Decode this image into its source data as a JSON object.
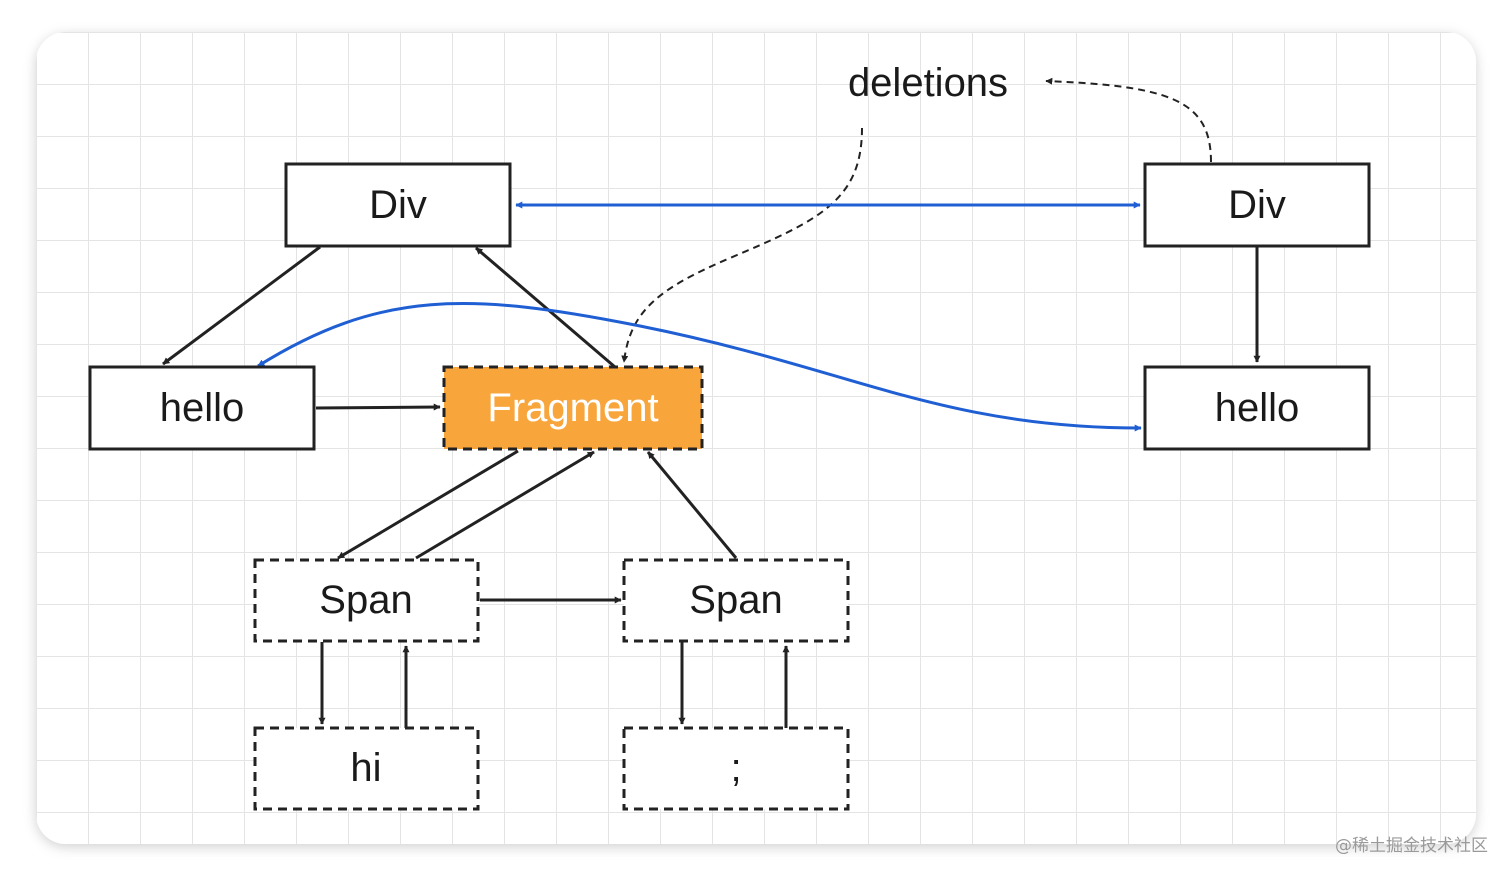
{
  "diagram": {
    "old_tree": {
      "div": "Div",
      "hello": "hello"
    },
    "new_tree": {
      "div": "Div",
      "hello": "hello",
      "fragment": "Fragment",
      "span_first": "Span",
      "span_second": "Span",
      "text_hi": "hi",
      "text_semicolon": ";"
    },
    "deletions_label": "deletions",
    "colors": {
      "fragment_fill": "#F8A53C",
      "alternate_link": "#1F5FD3",
      "stroke": "#222222",
      "grid": "#E4E4E4"
    }
  },
  "watermark": "@稀土掘金技术社区"
}
